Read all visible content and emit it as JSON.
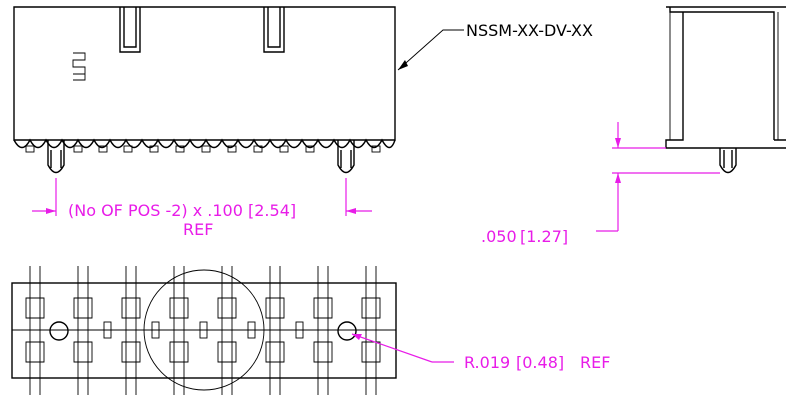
{
  "labels": {
    "part_number": "NSSM-XX-DV-XX",
    "pitch_dim": "(No OF POS -2) x .100 [2.54]",
    "pitch_ref": "REF",
    "standoff_dim": ".050",
    "standoff_mm": "[1.27]",
    "radius_dim": "R.019",
    "radius_mm": "[0.48]",
    "radius_ref": "REF"
  },
  "colors": {
    "outline": "#000000",
    "dimension": "#e81ce8"
  }
}
